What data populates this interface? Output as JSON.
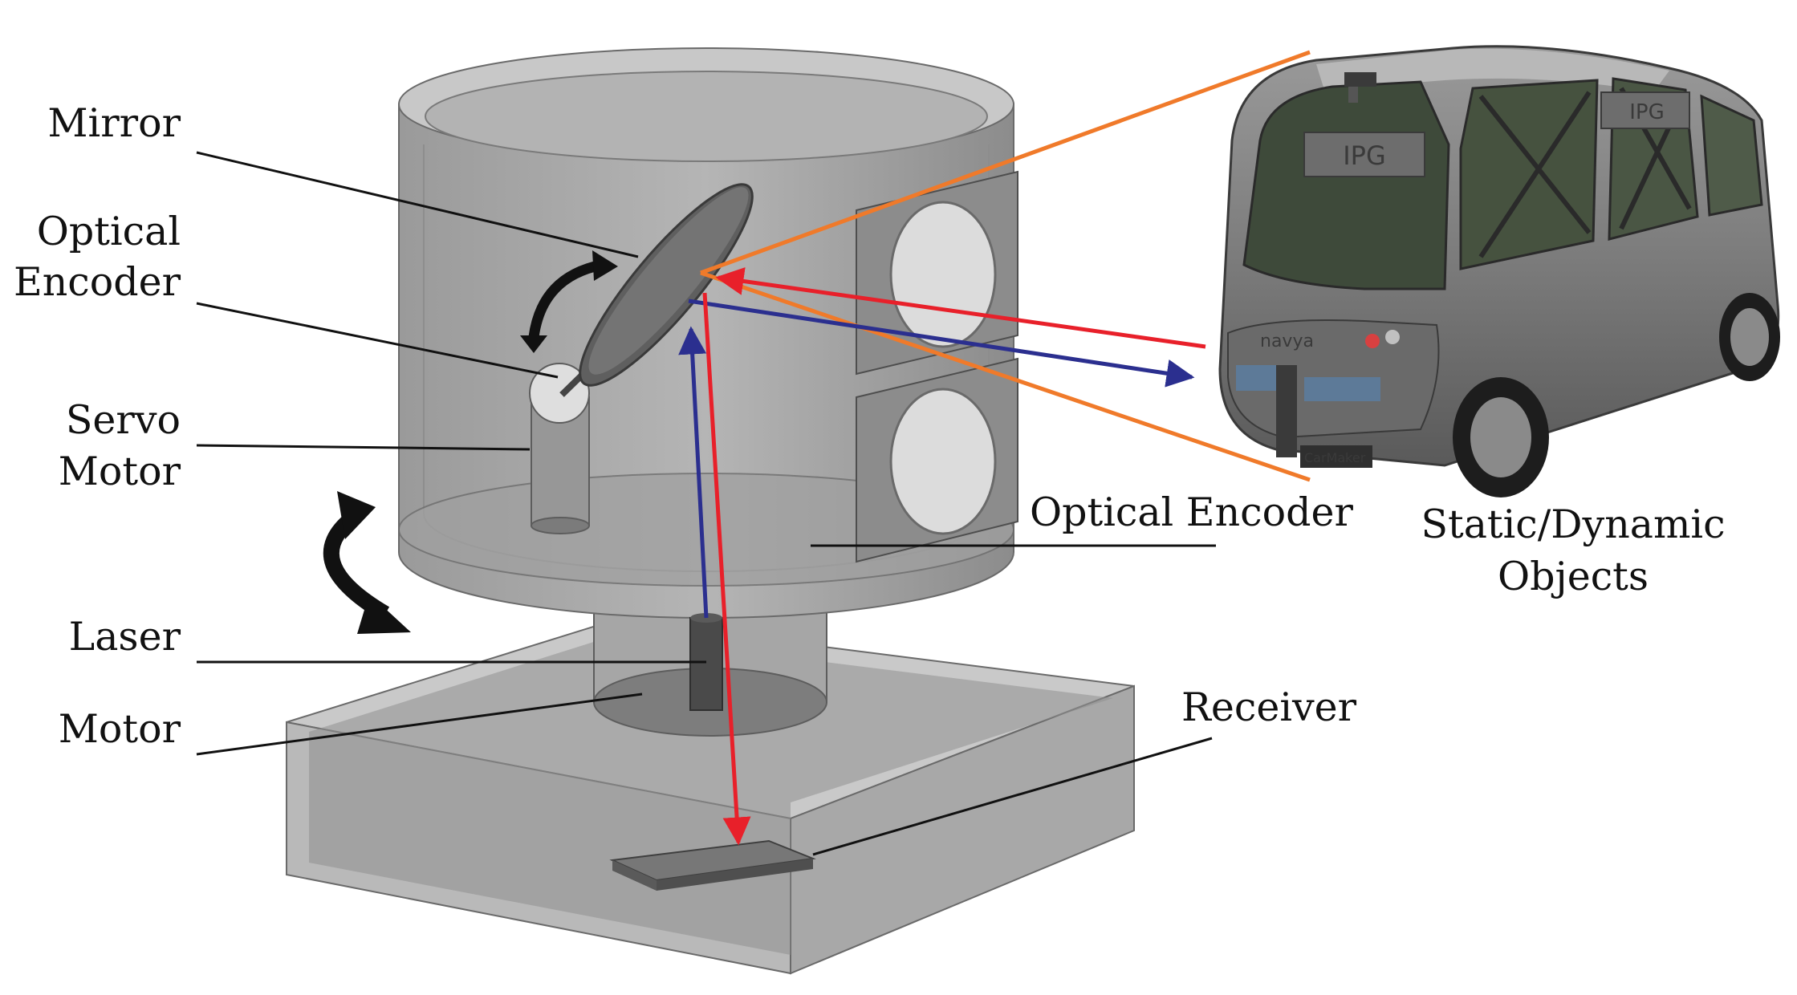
{
  "labels": {
    "mirror": "Mirror",
    "optical_encoder_line1": "Optical",
    "optical_encoder_line2": "Encoder",
    "servo_line1": "Servo",
    "servo_line2": "Motor",
    "laser": "Laser",
    "motor": "Motor",
    "optical_encoder_bottom": "Optical Encoder",
    "receiver": "Receiver",
    "objects_line1": "Static/Dynamic",
    "objects_line2": "Objects"
  },
  "vehicle_text": {
    "windshield_logo": "IPG",
    "side_logo": "IPG",
    "brand": "navya",
    "badge": "CarMaker"
  },
  "colors": {
    "emitted_beam": "#e8202a",
    "returned_beam": "#2b2f8f",
    "field_of_view": "#f07a2a",
    "housing": "#8a8a8a",
    "vehicle_body": "#7a7a7a"
  },
  "icons": {
    "mirror_rotation": "curved-double-arrow-icon",
    "housing_rotation": "curved-double-arrow-icon"
  }
}
